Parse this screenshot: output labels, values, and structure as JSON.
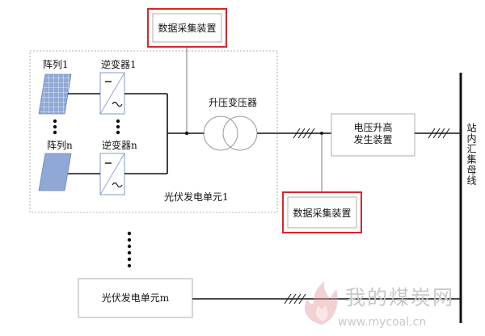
{
  "labels": {
    "array1": "阵列1",
    "arrayn": "阵列n",
    "inverter1": "逆变器1",
    "invertern": "逆变器n",
    "transformer": "升压变压器",
    "pv_unit1": "光伏发电单元1",
    "pv_unitm": "光伏发电单元m",
    "data_collector_top": "数据采集装置",
    "data_collector_bottom": "数据采集装置",
    "voltage_gen_line1": "电压升高",
    "voltage_gen_line2": "发生装置",
    "busbar": "站内汇集母线"
  },
  "watermark": {
    "cn": "我的煤炭网",
    "url": "www.mycoal.cn"
  },
  "colors": {
    "highlight": "#d9252a",
    "line": "#000000",
    "box_border": "#9a9a9a",
    "panel_blue": "#7f98cc",
    "watermark": "#c8c8c8"
  }
}
